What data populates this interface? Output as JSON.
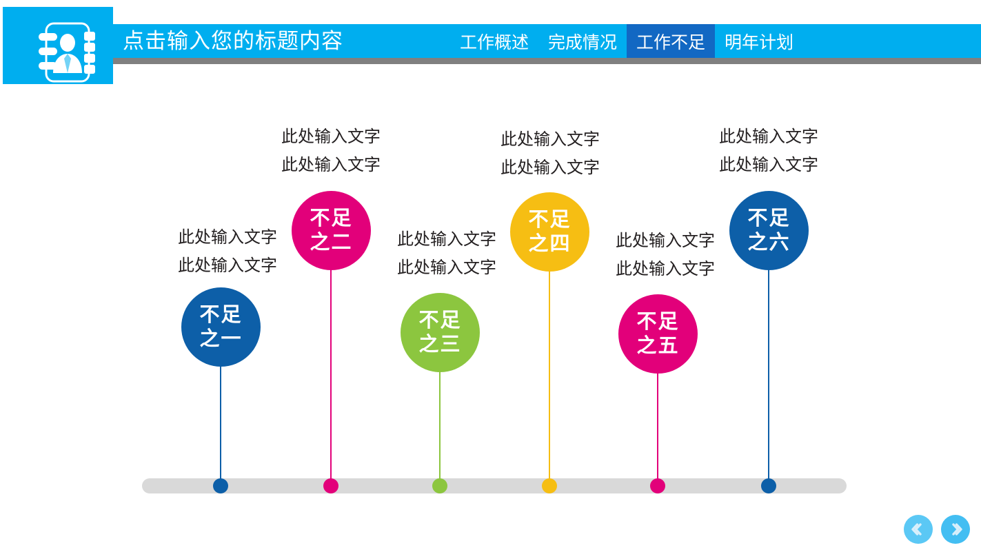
{
  "header": {
    "title": "点击输入您的标题内容",
    "logo_icon": "contact-book-icon",
    "tabs": [
      {
        "label": "工作概述",
        "active": false
      },
      {
        "label": "完成情况",
        "active": false
      },
      {
        "label": "工作不足",
        "active": true
      },
      {
        "label": "明年计划",
        "active": false
      }
    ]
  },
  "colors": {
    "brand_blue": "#00AEEF",
    "active_tab_blue": "#1268C3",
    "node_blue": "#0D5FA8",
    "node_magenta": "#E2007A",
    "node_green": "#8CC63F",
    "node_gold": "#F6BE13",
    "header_underline_gray": "#808080",
    "timeline_gray": "#D9D9D9",
    "caption_text": "#231F20"
  },
  "timeline": {
    "nodes": [
      {
        "id": "node-1",
        "bubble_line1": "不足",
        "bubble_line2": "之一",
        "color": "#0D5FA8",
        "caption_lines": [
          "此处输入文字",
          "此处输入文字"
        ],
        "caption_position": "left"
      },
      {
        "id": "node-2",
        "bubble_line1": "不足",
        "bubble_line2": "之二",
        "color": "#E2007A",
        "caption_lines": [
          "此处输入文字",
          "此处输入文字"
        ],
        "caption_position": "above"
      },
      {
        "id": "node-3",
        "bubble_line1": "不足",
        "bubble_line2": "之三",
        "color": "#8CC63F",
        "caption_lines": [
          "此处输入文字",
          "此处输入文字"
        ],
        "caption_position": "left"
      },
      {
        "id": "node-4",
        "bubble_line1": "不足",
        "bubble_line2": "之四",
        "color": "#F6BE13",
        "caption_lines": [
          "此处输入文字",
          "此处输入文字"
        ],
        "caption_position": "above"
      },
      {
        "id": "node-5",
        "bubble_line1": "不足",
        "bubble_line2": "之五",
        "color": "#E2007A",
        "caption_lines": [
          "此处输入文字",
          "此处输入文字"
        ],
        "caption_position": "left"
      },
      {
        "id": "node-6",
        "bubble_line1": "不足",
        "bubble_line2": "之六",
        "color": "#0D5FA8",
        "caption_lines": [
          "此处输入文字",
          "此处输入文字"
        ],
        "caption_position": "above"
      }
    ]
  },
  "pager": {
    "prev_icon": "chevron-left-icon",
    "next_icon": "chevron-right-icon"
  }
}
